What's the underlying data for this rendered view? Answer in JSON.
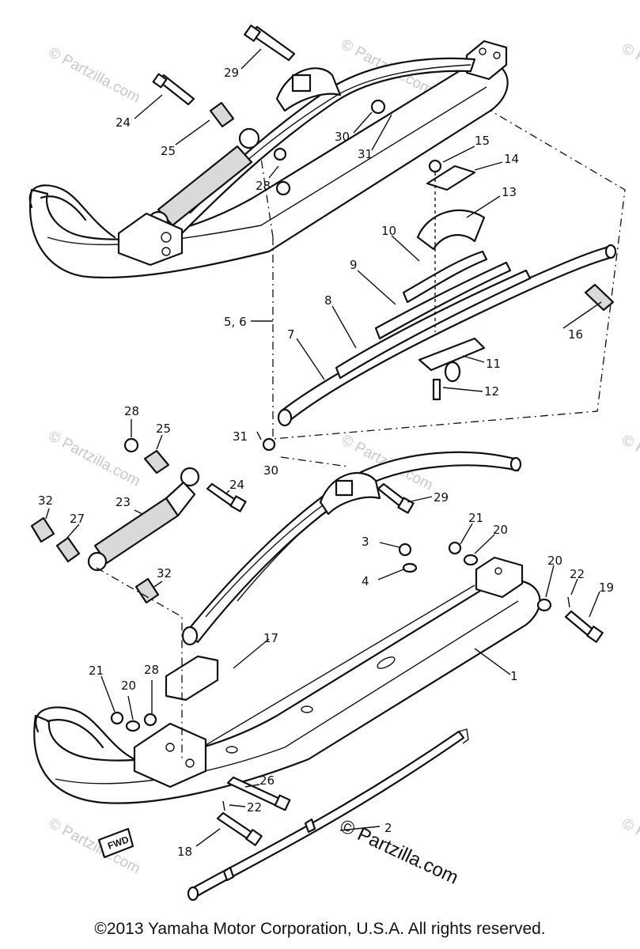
{
  "callouts": {
    "c1": "1",
    "c2": "2",
    "c3": "3",
    "c4": "4",
    "c56": "5, 6",
    "c7": "7",
    "c8": "8",
    "c9": "9",
    "c10": "10",
    "c11": "11",
    "c12": "12",
    "c13": "13",
    "c14": "14",
    "c15": "15",
    "c16": "16",
    "c17": "17",
    "c18": "18",
    "c19": "19",
    "c20a": "20",
    "c20b": "20",
    "c20c": "20",
    "c21a": "21",
    "c21b": "21",
    "c22a": "22",
    "c22b": "22",
    "c23": "23",
    "c24a": "24",
    "c24b": "24",
    "c25a": "25",
    "c25b": "25",
    "c26": "26",
    "c27": "27",
    "c28a": "28",
    "c28b": "28",
    "c28c": "28",
    "c29a": "29",
    "c29b": "29",
    "c30a": "30",
    "c30b": "30",
    "c31a": "31",
    "c31b": "31",
    "c32a": "32",
    "c32b": "32"
  },
  "fwd_label": "FWD",
  "watermark": {
    "small": "© Partzilla.com",
    "main": "© Partzilla.com"
  },
  "copyright": "©2013 Yamaha Motor Corporation, U.S.A. All rights reserved."
}
